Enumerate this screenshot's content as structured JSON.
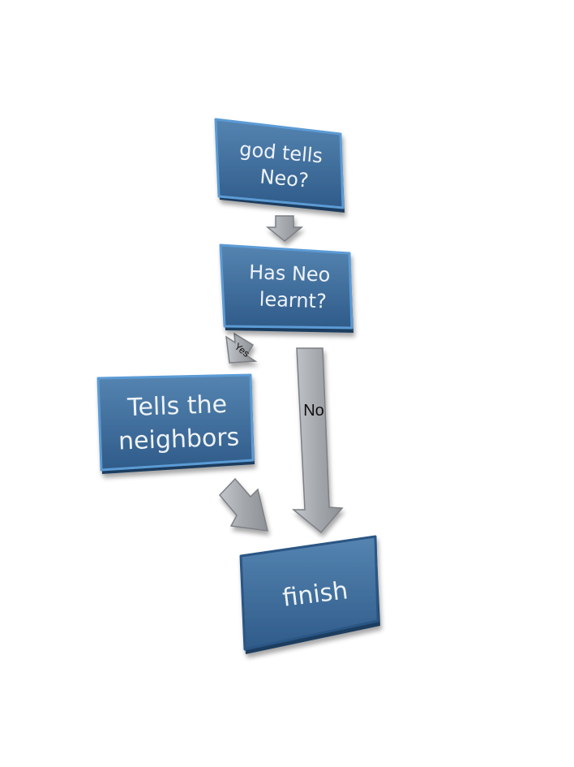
{
  "diagram": {
    "nodes": {
      "god_tells_neo": {
        "line1": "god tells",
        "line2": "Neo?"
      },
      "has_neo_learnt": {
        "line1": "Has Neo",
        "line2": "learnt?"
      },
      "tells_neighbors": {
        "line1": "Tells the",
        "line2": "neighbors"
      },
      "finish": {
        "label": "finish"
      }
    },
    "edges": {
      "yes_label": "Yes",
      "no_label": "No"
    },
    "colors": {
      "box_fill_top": "#4f7aa6",
      "box_fill_bottom": "#33608f",
      "box_edge": "#5b9bd5",
      "box_shadow": "#1f3e5f",
      "arrow_fill": "#a7abb0",
      "arrow_stroke": "#7b7f84",
      "text": "#eef3f8"
    }
  }
}
